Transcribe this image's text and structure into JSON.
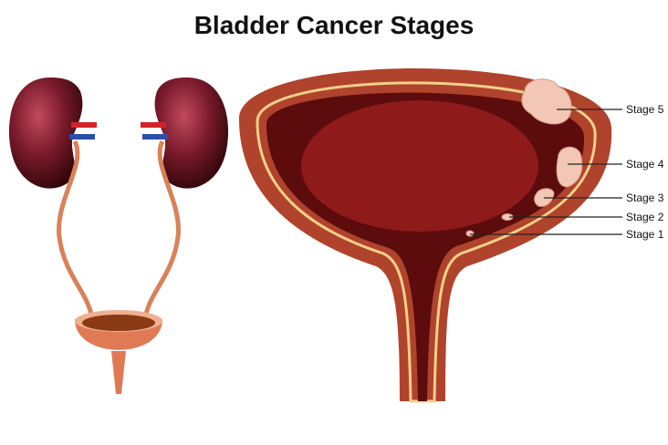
{
  "title": "Bladder Cancer Stages",
  "labels": [
    "Stage 5",
    "Stage 4",
    "Stage 3",
    "Stage 2",
    "Stage 1"
  ],
  "colors": {
    "bladder_wall": "#b0432c",
    "cavity": "#5c0c0c",
    "cavity_inner": "#8e1a1a",
    "tumor": "#f2c7b5",
    "kidney": "#5a0f1c"
  }
}
